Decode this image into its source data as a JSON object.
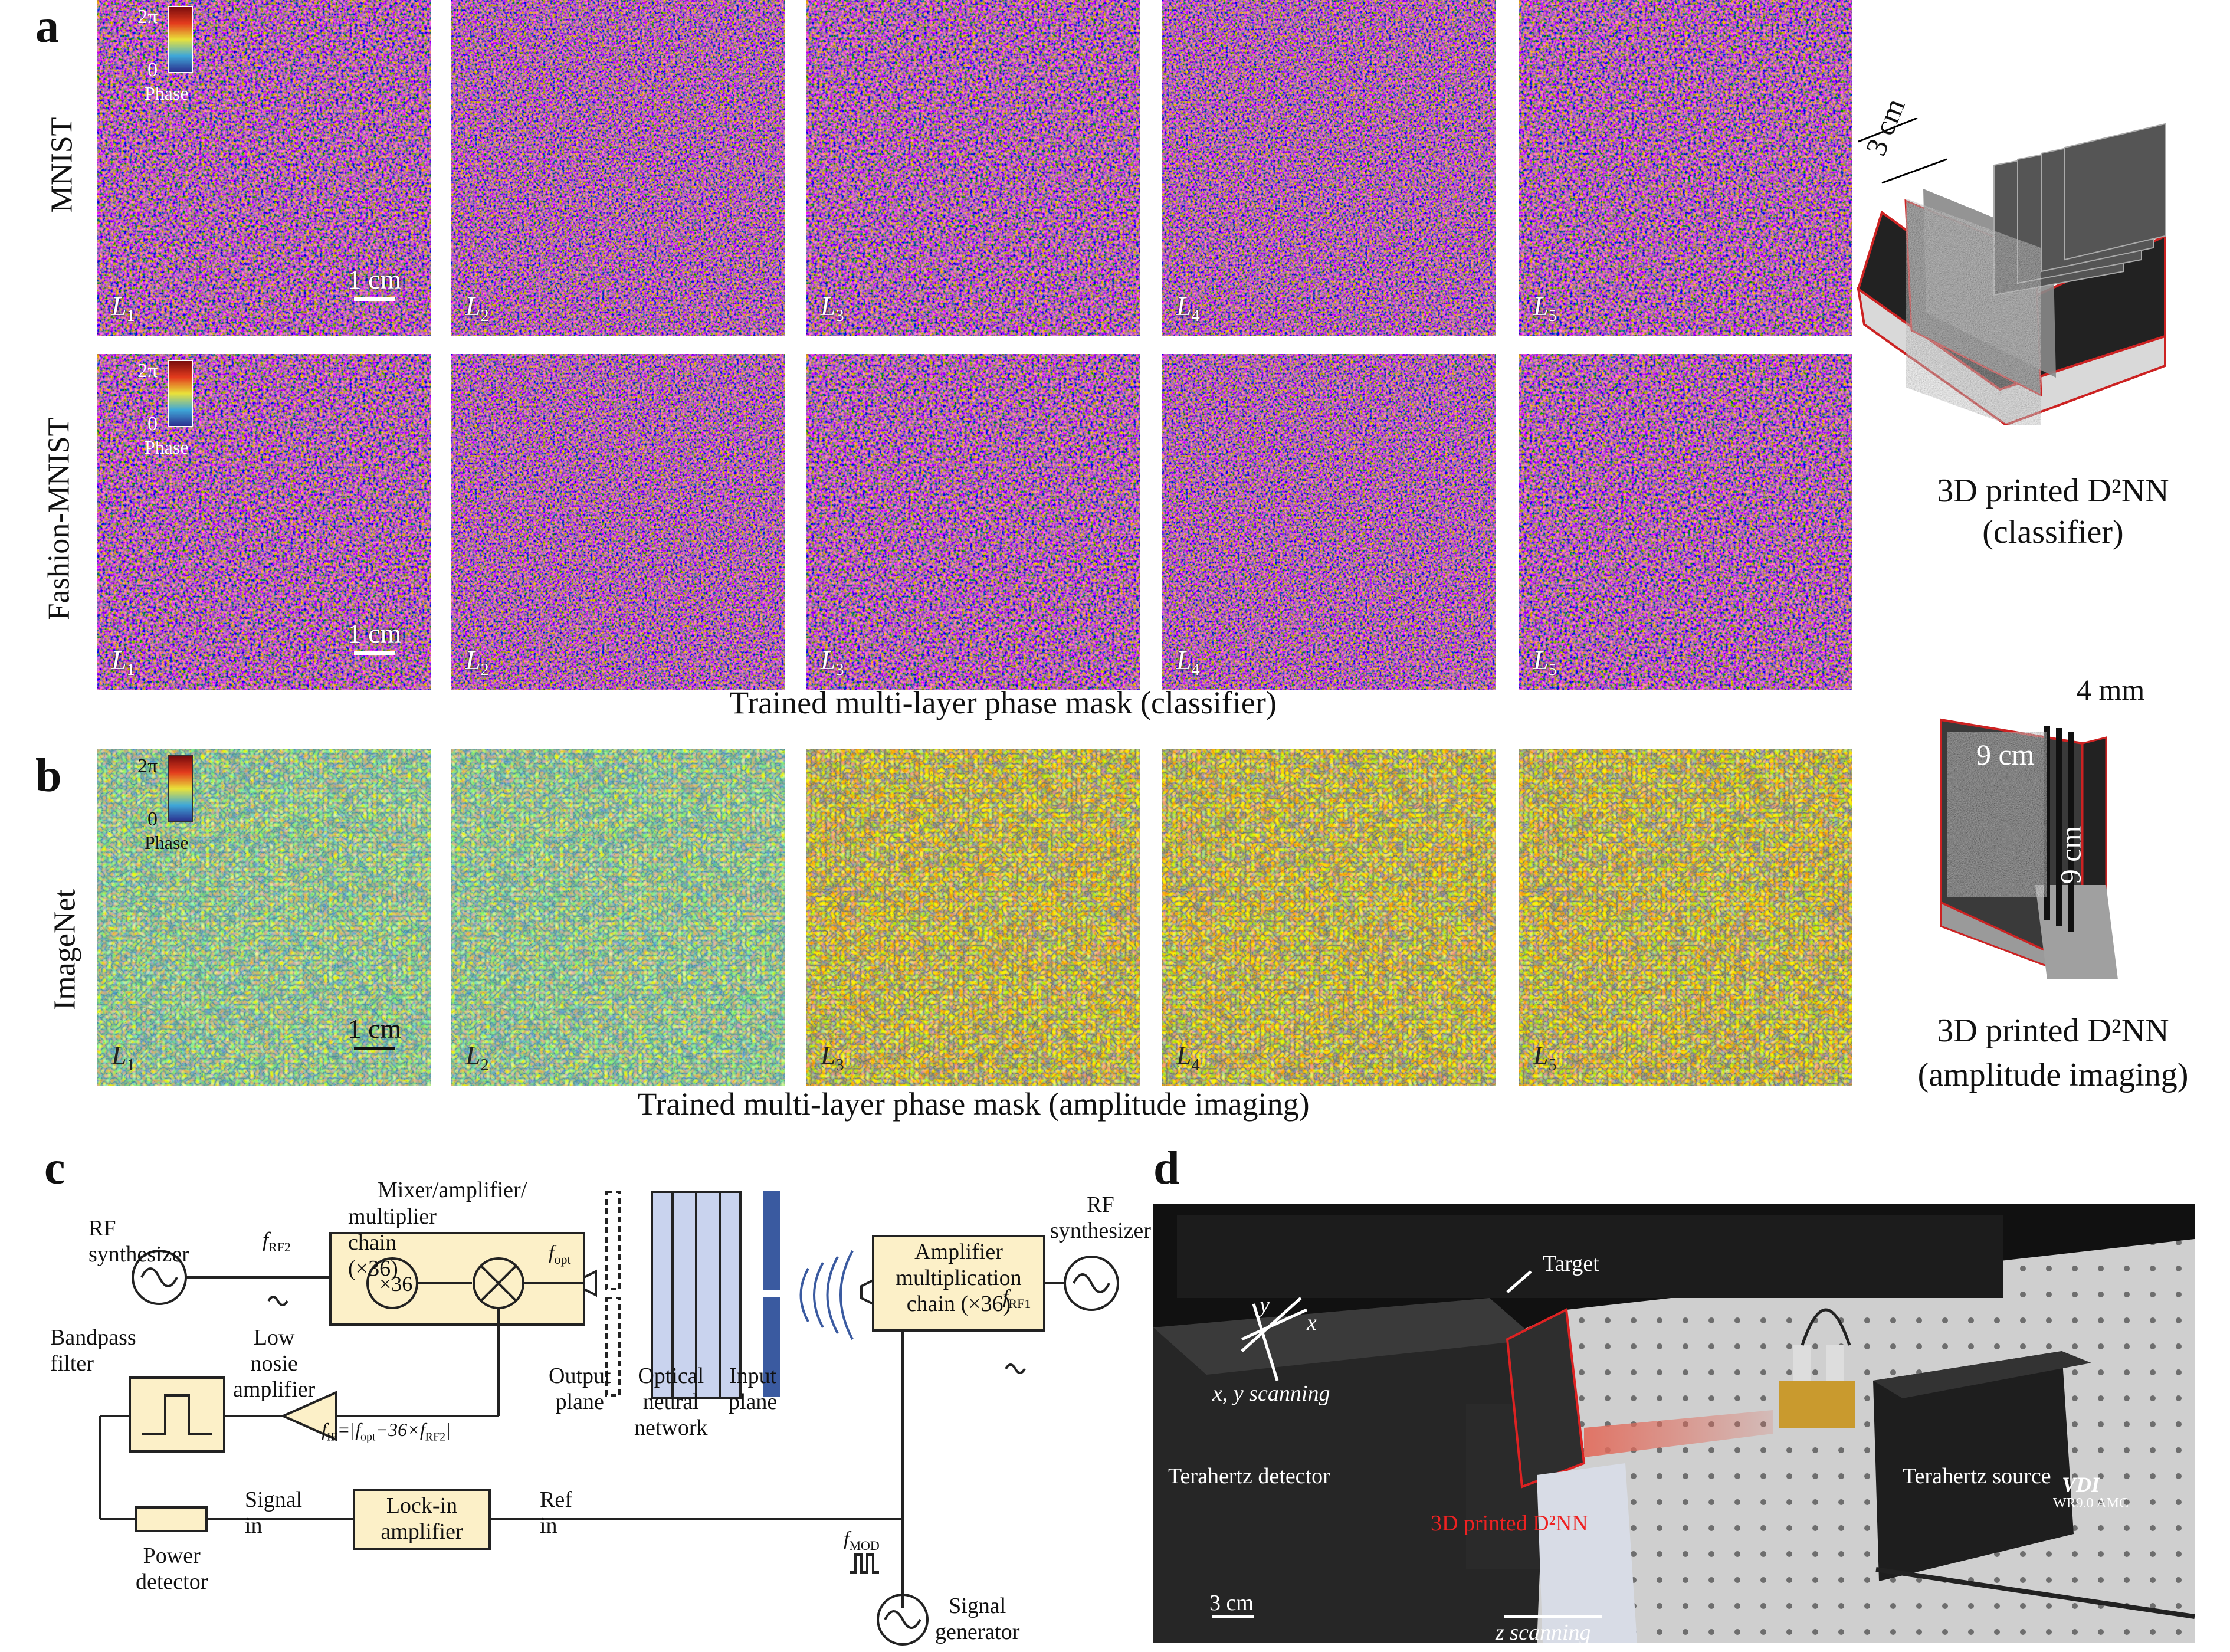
{
  "panel_labels": {
    "a": "a",
    "b": "b",
    "c": "c",
    "d": "d"
  },
  "row_labels": {
    "mnist": "MNIST",
    "fashion": "Fashion-MNIST",
    "imagenet": "ImageNet"
  },
  "layer_prefix": "L",
  "layers": [
    "1",
    "2",
    "3",
    "4",
    "5"
  ],
  "scale": "1 cm",
  "colorbar": {
    "top": "2π",
    "bottom": "0",
    "label": "Phase"
  },
  "captions": {
    "classifier": "Trained multi-layer phase mask (classifier)",
    "imaging": "Trained multi-layer phase mask (amplitude imaging)"
  },
  "device_a": {
    "dim": "3 cm",
    "title": "3D printed D²NN",
    "subtitle": "(classifier)"
  },
  "device_b": {
    "dim_a": "4 mm",
    "dim_b": "9 cm",
    "dim_c": "9 cm",
    "title": "3D printed D²NN",
    "subtitle": "(amplitude imaging)"
  },
  "diagram_c": {
    "rf_synth_left": "RF synthesizer",
    "f_rf2": "f",
    "f_rf2_sub": "RF2",
    "mixer_title_1": "Mixer/amplifier/",
    "mixer_title_2": "multiplier chain (×36)",
    "x36": "×36",
    "f_opt": "f",
    "f_opt_sub": "opt",
    "output_plane_1": "Output",
    "output_plane_2": "plane",
    "onn_1": "Optical",
    "onn_2": "neural",
    "onn_3": "network",
    "input_plane_1": "Input",
    "input_plane_2": "plane",
    "amp_chain_1": "Amplifier",
    "amp_chain_2": "multiplication",
    "amp_chain_3": "chain (×36)",
    "rf_synth_right_1": "RF",
    "rf_synth_right_2": "synthesizer",
    "f_rf1_sub": "RF1",
    "bandpass_1": "Bandpass",
    "bandpass_2": "filter",
    "lna_1": "Low nosie",
    "lna_2": "amplifier",
    "f_if": "f",
    "f_if_sub": "IF",
    "f_if_eq": "=|f",
    "f_if_eq_sub": "opt",
    "f_if_eq2": "−36×f",
    "f_if_eq2_sub": "RF2",
    "f_if_end": "|",
    "signal_in": "Signal in",
    "lockin_1": "Lock-in",
    "lockin_2": "amplifier",
    "ref_in": "Ref in",
    "power_det_1": "Power",
    "power_det_2": "detector",
    "f_mod_sub": "MOD",
    "siggen_1": "Signal",
    "siggen_2": "generator"
  },
  "photo_d": {
    "target": "Target",
    "xy_scan": "x, y scanning",
    "axis_y": "y",
    "axis_x": "x",
    "thz_det": "Terahertz detector",
    "thz_src": "Terahertz source",
    "d2nn": "3D printed D²NN",
    "scale": "3 cm",
    "z_scan": "z scanning",
    "brand": "VDI",
    "model": "WR9.0 AMC"
  },
  "colors": {
    "red": "#d62728",
    "box": "#fcf0c8",
    "onn": "#c9d3ee",
    "plane": "#3a5aa0"
  }
}
